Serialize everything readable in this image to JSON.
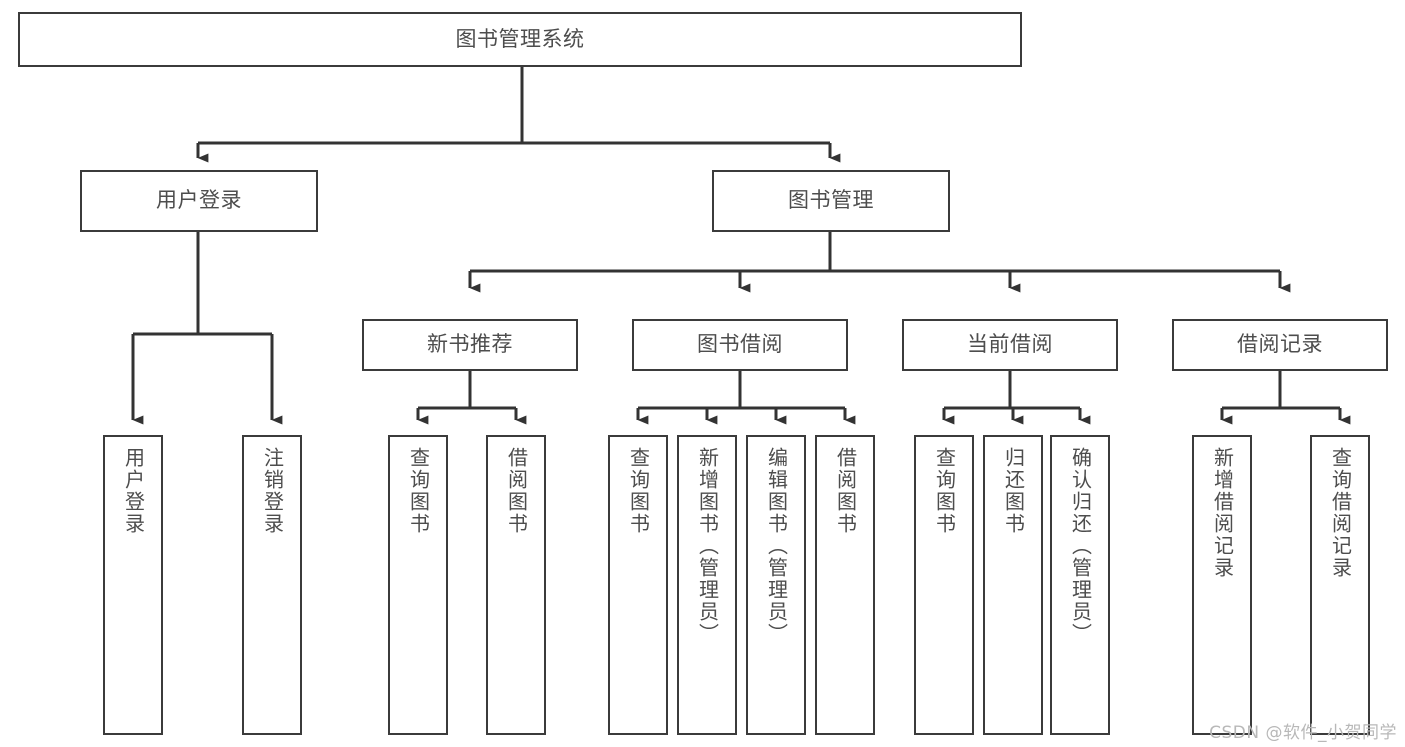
{
  "diagram": {
    "title": "图书管理系统",
    "type": "tree-hierarchy-chart",
    "colors": {
      "box_border": "#3b3b3b",
      "box_fill": "#ffffff",
      "connector": "#333333",
      "text": "#4d4d4d",
      "watermark": "#b8b8b8",
      "background": "#ffffff"
    }
  },
  "root": {
    "label": "图书管理系统"
  },
  "level1": [
    {
      "label": "用户登录"
    },
    {
      "label": "图书管理"
    }
  ],
  "level2": [
    {
      "label": "新书推荐"
    },
    {
      "label": "图书借阅"
    },
    {
      "label": "当前借阅"
    },
    {
      "label": "借阅记录"
    }
  ],
  "leaves": {
    "user_login": [
      {
        "label": "用户登录"
      },
      {
        "label": "注销登录"
      }
    ],
    "new_book_recommend": [
      {
        "label": "查询图书"
      },
      {
        "label": "借阅图书"
      }
    ],
    "book_borrow": [
      {
        "label": "查询图书"
      },
      {
        "label": "新增图书（管理员）"
      },
      {
        "label": "编辑图书（管理员）"
      },
      {
        "label": "借阅图书"
      }
    ],
    "current_borrow": [
      {
        "label": "查询图书"
      },
      {
        "label": "归还图书"
      },
      {
        "label": "确认归还（管理员）"
      }
    ],
    "borrow_record": [
      {
        "label": "新增借阅记录"
      },
      {
        "label": "查询借阅记录"
      }
    ]
  },
  "watermark": {
    "text": "CSDN @软件_小贺同学"
  }
}
